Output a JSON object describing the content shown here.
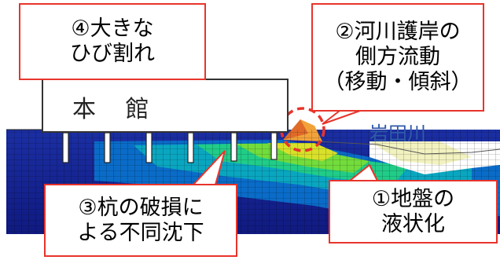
{
  "labels": {
    "crack": "④大きな\nひび割れ",
    "riverbank": "②河川護岸の\n側方流動\n（移動・傾斜）",
    "pile": "③杭の破損に\nよる不同沈下",
    "liquefaction": "①地盤の\n液状化",
    "building": "本 館",
    "river": "岩田川"
  },
  "colors": {
    "callout_border": "#e8342b",
    "river_text": "#2f5aa8",
    "ground_deep": "#1a2a9c",
    "ground_mid": "#0096c8",
    "ground_light": "#20d07a",
    "ground_top": "#c8e040"
  }
}
